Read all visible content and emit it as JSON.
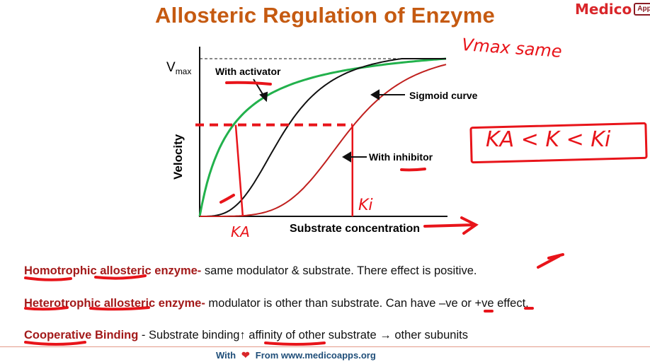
{
  "slide": {
    "title": "Allosteric Regulation of Enzyme",
    "logo": {
      "brand": "Medico",
      "badge": "Apps"
    }
  },
  "chart_data": {
    "type": "line",
    "xlabel": "Substrate concentration",
    "ylabel": "Velocity",
    "y_ref_label": "Vmax",
    "xlim": [
      0,
      10
    ],
    "ylim": [
      0,
      1
    ],
    "series": [
      {
        "name": "With activator",
        "color": "#22b14c",
        "shape": "hyperbolic",
        "half_x": 1.3
      },
      {
        "name": "Normal (sigmoid)",
        "color": "#111111",
        "shape": "sigmoid",
        "half_x": 3.4,
        "hill": 3.2
      },
      {
        "name": "With inhibitor",
        "color": "#c0201e",
        "shape": "sigmoid",
        "half_x": 6.0,
        "hill": 4.5
      }
    ],
    "annotations": [
      "With activator",
      "Sigmoid curve",
      "With inhibitor"
    ],
    "guide": {
      "velocity": 0.58,
      "ka_x": 1.75,
      "ki_x": 6.2,
      "color": "#e8141a"
    }
  },
  "handwritten": {
    "vmax_same": "Vmax same",
    "inequality": "KA < K < Ki",
    "ki": "Ki",
    "ka": "KA"
  },
  "points": [
    {
      "term": "Homotrophic allosteric enzyme-",
      "text": " same modulator & substrate. There effect is positive."
    },
    {
      "term": "Heterotrophic allosteric enzyme-",
      "text": " modulator is other than substrate. Can have –ve or +ve effect."
    },
    {
      "term": "Cooperative Binding",
      "text": " - Substrate binding↑ affinity of other substrate → other subunits"
    }
  ],
  "footer": {
    "with": "With",
    "heart": "❤",
    "from": "From  www.medicoapps.org"
  }
}
